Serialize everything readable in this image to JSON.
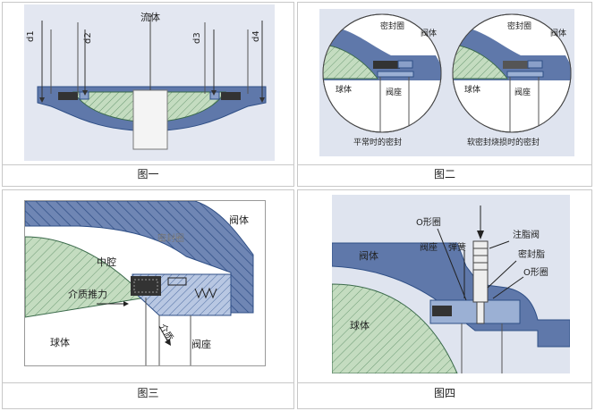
{
  "fig1": {
    "caption": "图一",
    "flow_label": "流体",
    "d_labels": [
      "d1",
      "d2",
      "d3",
      "d4"
    ]
  },
  "fig2": {
    "caption": "图二",
    "left": {
      "seal_ring": "密封圈",
      "valve_body": "阀体",
      "ball": "球体",
      "valve_seat": "阀座",
      "caption": "平常时的密封"
    },
    "right": {
      "seal_ring": "密封圈",
      "valve_body": "阀体",
      "ball": "球体",
      "valve_seat": "阀座",
      "caption": "软密封烧损时的密封"
    }
  },
  "fig3": {
    "caption": "图三",
    "seal_ring": "密封圈",
    "valve_body": "阀体",
    "middle_chamber": "中腔",
    "medium_thrust": "介质推力",
    "medium": "介质",
    "ball": "球体",
    "valve_seat": "阀座"
  },
  "fig4": {
    "caption": "图四",
    "o_ring_top": "O形圈",
    "grease_valve": "注脂阀",
    "valve_seat": "阀座",
    "spring": "弹簧",
    "sealant": "密封脂",
    "valve_body": "阀体",
    "o_ring_right": "O形圈",
    "ball": "球体"
  },
  "colors": {
    "body_blue": "#5f78aa",
    "ball_green": "#b9d9b4",
    "panel_bg": "#dfe4ef",
    "hatch": "#2f4f86"
  }
}
